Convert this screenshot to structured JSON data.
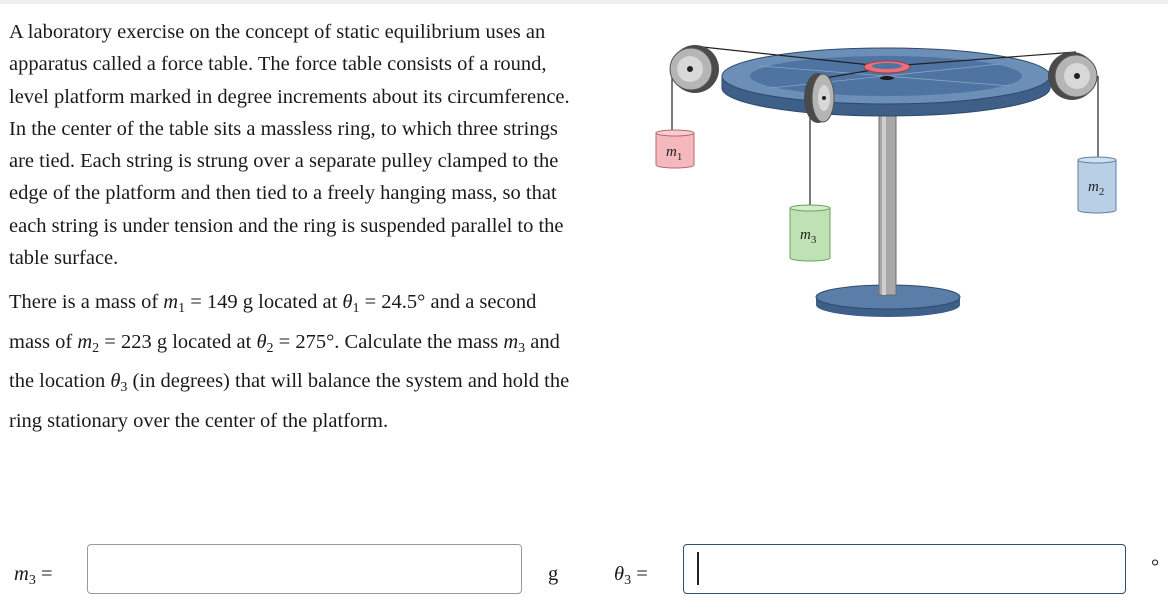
{
  "problem": {
    "paragraph1": "A laboratory exercise on the concept of static equilibrium uses an apparatus called a force table. The force table consists of a round, level platform marked in degree increments about its circumference. In the center of the table sits a massless ring, to which three strings are tied. Each string is strung over a separate pulley clamped to the edge of the platform and then tied to a freely hanging mass, so that each string is under tension and the ring is suspended parallel to the table surface.",
    "p2_a": "There is a mass of ",
    "m1_sym": "m",
    "m1_sub": "1",
    "p2_b": " = 149 g located at ",
    "theta1_sym": "θ",
    "theta1_sub": "1",
    "p2_c": " = 24.5° and a second mass of ",
    "m2_sym": "m",
    "m2_sub": "2",
    "p2_d": " = 223 g located at ",
    "theta2_sym": "θ",
    "theta2_sub": "2",
    "p2_e": " = 275°. Calculate the mass ",
    "m3_sym": "m",
    "m3_sub": "3",
    "p2_f": " and the location ",
    "theta3_sym": "θ",
    "theta3_sub": "3",
    "p2_g": " (in degrees) that will balance the system and hold the ring stationary over the center of the platform."
  },
  "figure": {
    "mass1_label": "m",
    "mass1_sub": "1",
    "mass2_label": "m",
    "mass2_sub": "2",
    "mass3_label": "m",
    "mass3_sub": "3",
    "colors": {
      "table": "#4a6d96",
      "table_edge": "#3d5f88",
      "pole": "#9a9a9a",
      "ring": "#e7707a",
      "mass1": "#f5b8bd",
      "mass2": "#b9cfe6",
      "mass3": "#bfe2b5"
    }
  },
  "answers": {
    "m3_label_sym": "m",
    "m3_label_sub": "3",
    "m3_label_eq": " =",
    "m3_value": "",
    "m3_unit": "g",
    "theta3_label_sym": "θ",
    "theta3_label_sub": "3",
    "theta3_label_eq": " =",
    "theta3_value": "",
    "theta3_unit": "°"
  }
}
